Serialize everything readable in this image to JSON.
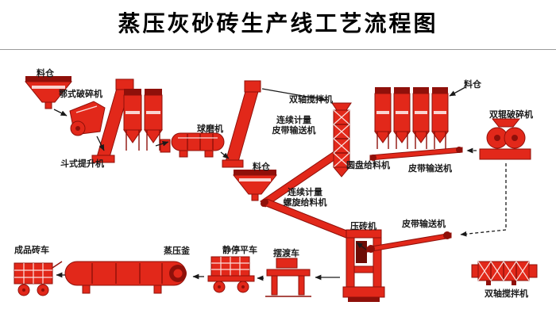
{
  "title": "蒸压灰砂砖生产线工艺流程图",
  "colors": {
    "equipment_red": "#e2281a",
    "equipment_dark_red": "#8f100a",
    "equipment_deep_red": "#6e0c05",
    "ink": "#1a1a1a",
    "rule_gray": "#9a9a9a",
    "background": "#ffffff"
  },
  "labels": {
    "silo_top_left": "料仓",
    "jaw_crusher": "鄂式破碎机",
    "bucket_elevator": "斗式提升机",
    "ball_mill": "球磨机",
    "silo_middle": "料仓",
    "metering_belt_conveyor": "连续计量\n皮带输送机",
    "twin_shaft_mixer_top": "双轴搅拌机",
    "disc_feeder": "圆盘给料机",
    "silo_right": "料仓",
    "belt_conveyor_mid": "皮带输送机",
    "double_roller_crusher": "双辊破碎机",
    "metering_screw_feeder": "连续计量\n螺旋给料机",
    "brick_press": "压砖机",
    "belt_conveyor_bottom": "皮带输送机",
    "twin_shaft_mixer_bottom": "双轴搅拌机",
    "ferry_car": "摆渡车",
    "static_curing_car": "静停平车",
    "autoclave": "蒸压釜",
    "finished_brick_cart": "成品砖车"
  }
}
